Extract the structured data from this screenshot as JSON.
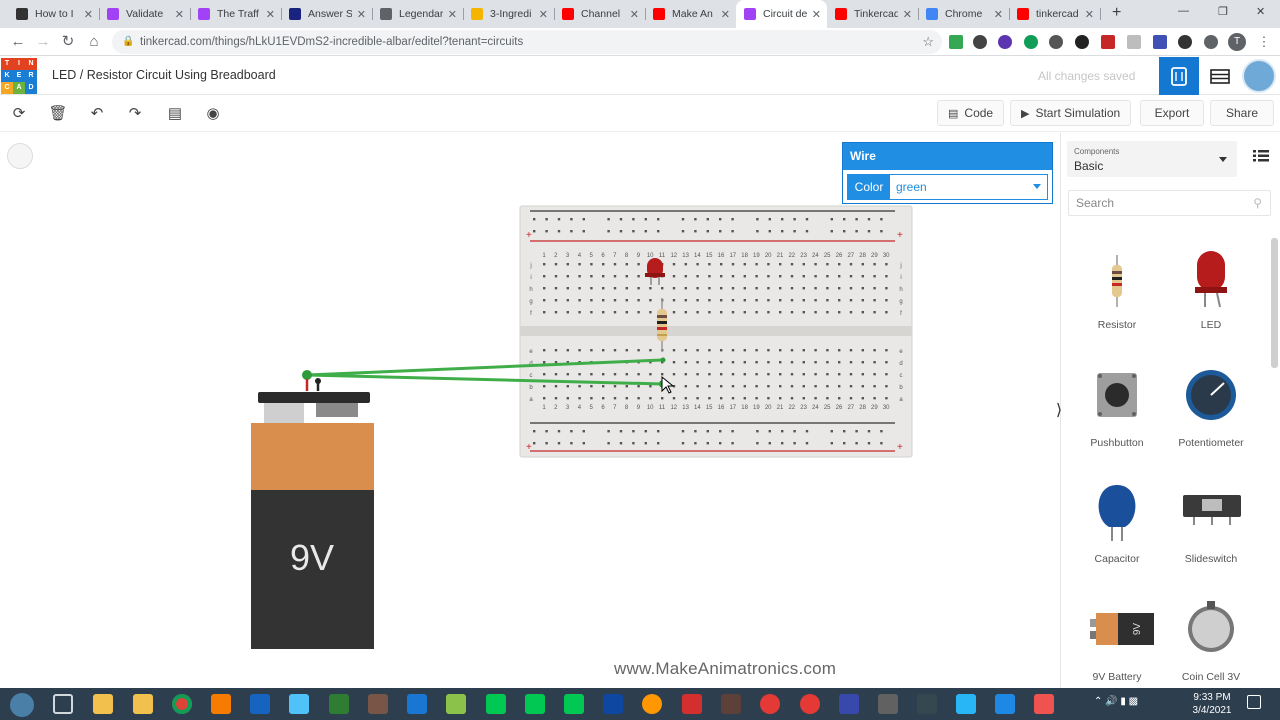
{
  "browser": {
    "tabs": [
      {
        "title": "How to I",
        "color": "#333333"
      },
      {
        "title": "Validate",
        "color": "#a142f4"
      },
      {
        "title": "The Traff",
        "color": "#a142f4"
      },
      {
        "title": "Answer S",
        "color": "#1a237e"
      },
      {
        "title": "Legendar",
        "color": "#5f6368"
      },
      {
        "title": "3-Ingredi",
        "color": "#f4b400"
      },
      {
        "title": "Channel",
        "color": "#ff0000"
      },
      {
        "title": "Make An",
        "color": "#ff0000"
      },
      {
        "title": "Circuit de",
        "color": "#a142f4"
      },
      {
        "title": "Tinkercad",
        "color": "#ff0000"
      },
      {
        "title": "Chrome",
        "color": "#4285f4"
      },
      {
        "title": "tinkercad",
        "color": "#ff0000"
      }
    ],
    "active_tab_index": 8,
    "new_tab_label": "+",
    "url": "tinkercad.com/things/hLkU1EVDmS2-incredible-albar/editel?tenant=circuits",
    "profile_initial": "T"
  },
  "app": {
    "logo_letters": [
      "T",
      "I",
      "N",
      "K",
      "E",
      "R",
      "C",
      "A",
      "D"
    ],
    "logo_colors": [
      "#e2421f",
      "#e2421f",
      "#e2421f",
      "#1a7fd4",
      "#1a7fd4",
      "#1a7fd4",
      "#f5a623",
      "#6cb23f",
      "#1a7fd4"
    ],
    "title": "LED / Resistor Circuit Using Breadboard",
    "save_status": "All changes saved"
  },
  "toolbar": {
    "code_label": "Code",
    "start_sim_label": "Start Simulation",
    "export_label": "Export",
    "share_label": "Share"
  },
  "wire_panel": {
    "title": "Wire",
    "color_label": "Color",
    "color_value": "green"
  },
  "components_panel": {
    "category_caption": "Components",
    "category_value": "Basic",
    "search_placeholder": "Search",
    "items": [
      {
        "name": "Resistor"
      },
      {
        "name": "LED"
      },
      {
        "name": "Pushbutton"
      },
      {
        "name": "Potentiometer"
      },
      {
        "name": "Capacitor"
      },
      {
        "name": "Slideswitch"
      },
      {
        "name": "9V Battery"
      },
      {
        "name": "Coin Cell 3V"
      }
    ]
  },
  "canvas": {
    "battery_label": "9V",
    "watermark": "www.MakeAnimatronics.com",
    "breadboard_columns_label": [
      "1",
      "2",
      "3",
      "4",
      "5",
      "6",
      "7",
      "8",
      "9",
      "10",
      "11",
      "12",
      "13",
      "14",
      "15",
      "16",
      "17",
      "18",
      "19",
      "20",
      "21",
      "22",
      "23",
      "24",
      "25",
      "26",
      "27",
      "28",
      "29",
      "30"
    ],
    "breadboard_rows_top": [
      "j",
      "i",
      "h",
      "g",
      "f"
    ],
    "breadboard_rows_bottom": [
      "e",
      "d",
      "c",
      "b",
      "a"
    ],
    "wire_color": "#3fae49"
  },
  "taskbar": {
    "time": "9:33 PM",
    "date": "3/4/2021"
  }
}
